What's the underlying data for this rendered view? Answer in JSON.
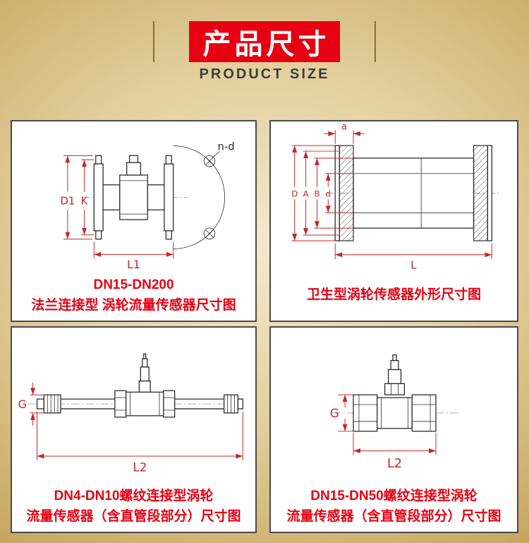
{
  "header": {
    "title": "产品尺寸",
    "subtitle": "PRODUCT SIZE"
  },
  "colors": {
    "banner_red": "#e60012",
    "caption_red": "#e60012",
    "dimension_red": "#c42727",
    "line_black": "#2b2b2b",
    "gold_center": "#f3e9cc",
    "gold_edge": "#9e7f39",
    "panel_border": "#4a4a4a"
  },
  "panels": {
    "flange": {
      "caption1": "DN15-DN200",
      "caption2": "法兰连接型 涡轮流量传感器尺寸图",
      "labels": {
        "D1": "D1",
        "K": "K",
        "L1": "L1",
        "nd": "n-d"
      }
    },
    "sanitary": {
      "caption1": "卫生型涡轮传感器外形尺寸图",
      "labels": {
        "a": "a",
        "D": "D",
        "A": "A",
        "B": "B",
        "d": "d",
        "L": "L"
      }
    },
    "thread_small": {
      "caption1": "DN4-DN10螺纹连接型涡轮",
      "caption2": "流量传感器（含直管段部分）尺寸图",
      "labels": {
        "G": "G",
        "L2": "L2"
      }
    },
    "thread_large": {
      "caption1": "DN15-DN50螺纹连接型涡轮",
      "caption2": "流量传感器（含直管段部分）尺寸图",
      "labels": {
        "G": "G",
        "L2": "L2"
      }
    }
  }
}
